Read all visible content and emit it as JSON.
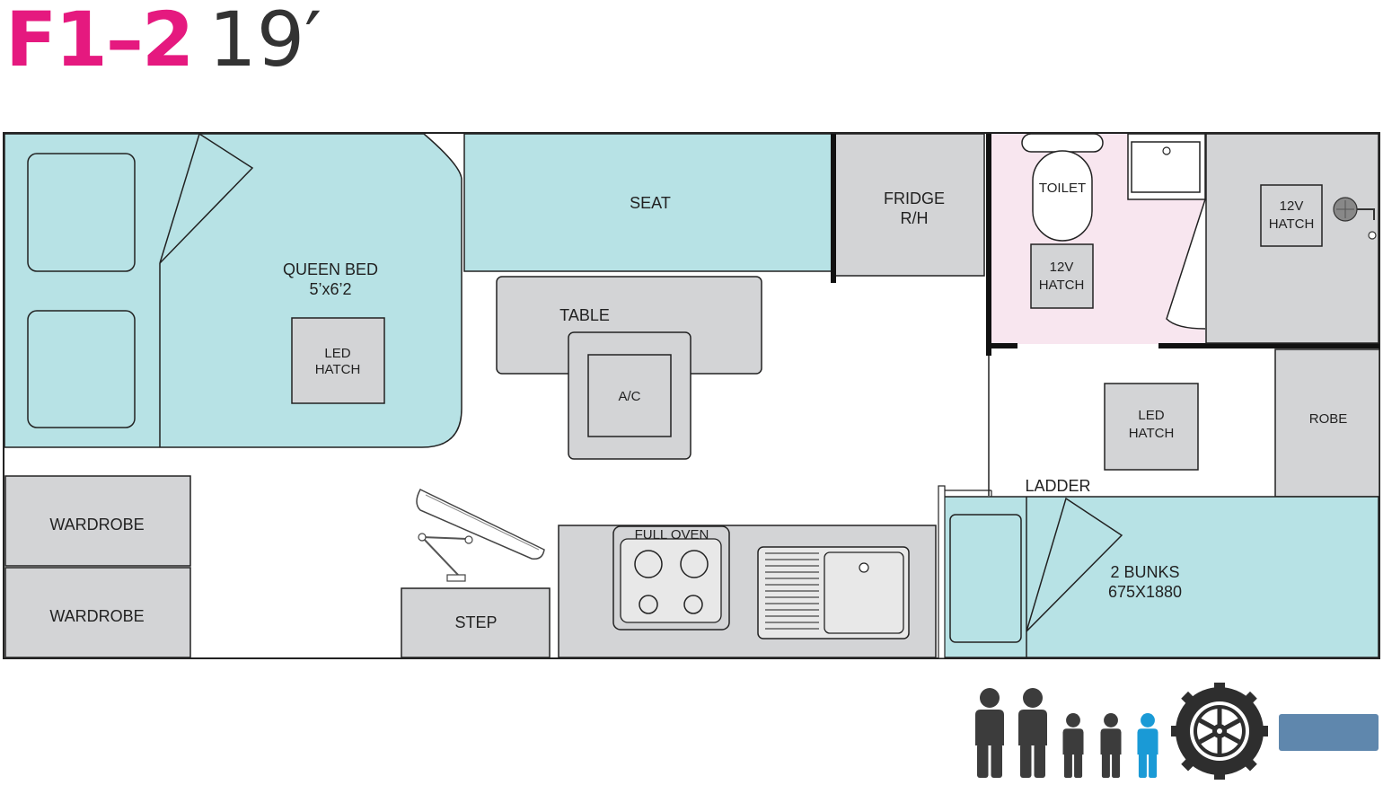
{
  "header": {
    "model": "F1–2",
    "length": "19′"
  },
  "colors": {
    "model_accent": "#e5197f",
    "bed_fill": "#b7e2e5",
    "cabinet_fill": "#d3d4d6",
    "bathroom_fill": "#f8e6ef",
    "occupant_adult": "#3c3c3c",
    "occupant_child_highlight": "#1a9ad6",
    "badge_fill": "#5f87ad"
  },
  "rooms": {
    "queen_bed": {
      "title": "QUEEN BED",
      "size": "5’x6’2"
    },
    "led_hatch_bed": {
      "line1": "LED",
      "line2": "HATCH"
    },
    "seat": "SEAT",
    "table": "TABLE",
    "ac": "A/C",
    "fridge": {
      "line1": "FRIDGE",
      "line2": "R/H"
    },
    "toilet": "TOILET",
    "hatch_12v_bathroom": {
      "line1": "12V",
      "line2": "HATCH"
    },
    "hatch_12v_rear": {
      "line1": "12V",
      "line2": "HATCH"
    },
    "led_hatch_rear": {
      "line1": "LED",
      "line2": "HATCH"
    },
    "robe": "ROBE",
    "ladder": "LADDER",
    "bunks": {
      "title": "2 BUNKS",
      "size": "675X1880"
    },
    "wardrobe_top": "WARDROBE",
    "wardrobe_bottom": "WARDROBE",
    "step": "STEP",
    "full_oven": "FULL OVEN"
  },
  "occupants": [
    {
      "type": "adult",
      "highlight": false
    },
    {
      "type": "adult",
      "highlight": false
    },
    {
      "type": "child",
      "highlight": false
    },
    {
      "type": "child",
      "highlight": false
    },
    {
      "type": "child",
      "highlight": true
    }
  ],
  "icons": [
    "person-adult-icon",
    "person-child-icon",
    "offroad-tyre-icon"
  ]
}
